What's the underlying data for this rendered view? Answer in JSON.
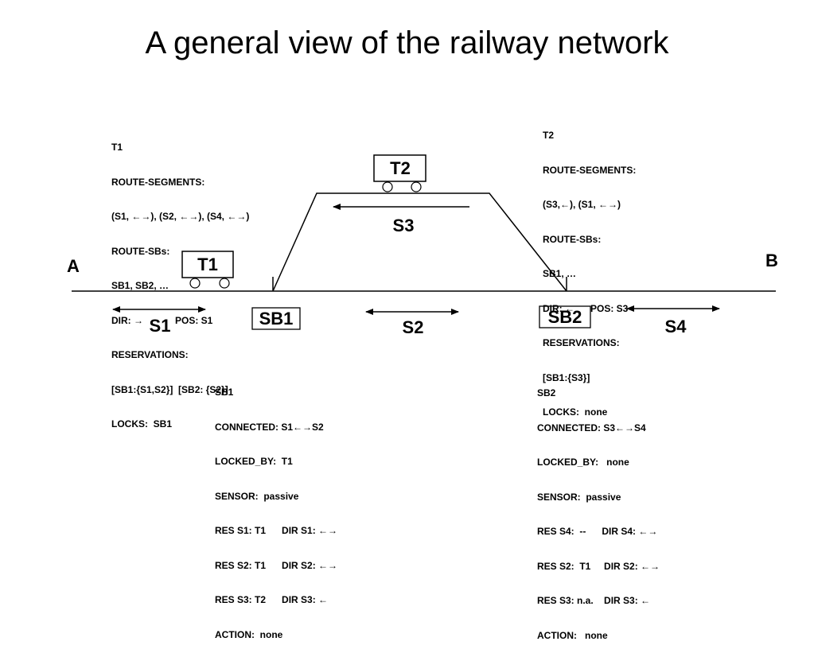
{
  "title": "A general view of the railway network",
  "labels": {
    "station_a": "A",
    "station_b": "B",
    "train_t1": "T1",
    "train_t2": "T2",
    "segment_s1": "S1",
    "segment_s2": "S2",
    "segment_s3": "S3",
    "segment_s4": "S4",
    "switchbox_sb1": "SB1",
    "switchbox_sb2": "SB2"
  },
  "t1_info": {
    "lines": [
      "T1",
      "ROUTE-SEGMENTS:",
      "(S1, ←→), (S2, ←→), (S4, ←→)",
      "ROUTE-SBs:",
      "SB1, SB2, …",
      "DIR: →            POS: S1",
      "RESERVATIONS:",
      "[SB1:{S1,S2}]  [SB2: {S2}]",
      "LOCKS:  SB1"
    ]
  },
  "t2_info": {
    "lines": [
      "T2",
      "ROUTE-SEGMENTS:",
      "(S3,←), (S1, ←→)",
      "ROUTE-SBs:",
      "SB1, …",
      "DIR: ←      POS: S3",
      "RESERVATIONS:",
      "[SB1:{S3}]",
      "LOCKS:  none"
    ]
  },
  "sb1_info": {
    "lines": [
      "SB1",
      "CONNECTED: S1←→S2",
      "LOCKED_BY:  T1",
      "SENSOR:  passive",
      "RES S1: T1      DIR S1: ←→",
      "RES S2: T1      DIR S2: ←→",
      "RES S3: T2      DIR S3: ←",
      "ACTION:  none"
    ]
  },
  "sb2_info": {
    "lines": [
      "SB2",
      "CONNECTED: S3←→S4",
      "LOCKED_BY:   none",
      "SENSOR:  passive",
      "RES S4:  --      DIR S4: ←→",
      "RES S2:  T1     DIR S2: ←→",
      "RES S3: n.a.    DIR S3: ←",
      "ACTION:   none"
    ]
  }
}
